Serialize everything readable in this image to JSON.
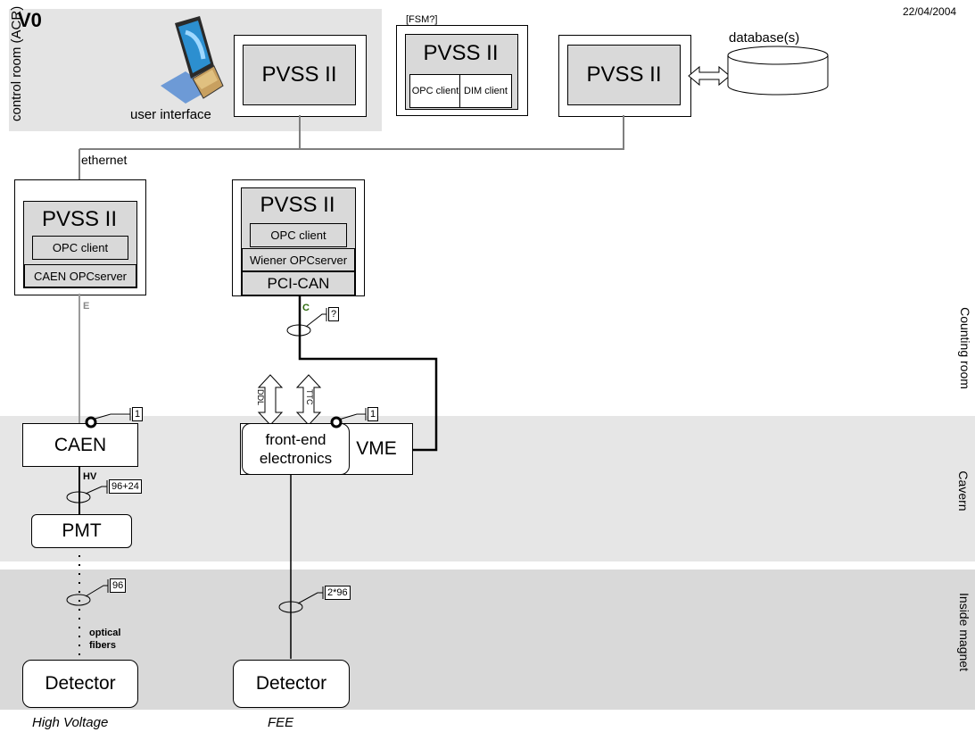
{
  "date": "22/04/2004",
  "title": "V0",
  "fsm_label": "[FSM?]",
  "zones": {
    "control_room": "control room (ACR)",
    "counting_room": "Counting room",
    "cavern": "Cavern",
    "inside_magnet": "Inside magnet"
  },
  "user_interface": "user interface",
  "database": "database(s)",
  "ethernet": "ethernet",
  "pvss": "PVSS II",
  "opc_client": "OPC client",
  "opc_client_split": "OPC client",
  "dim_client": "DIM client",
  "caen_opcserver": "CAEN OPCserver",
  "wiener_opcserver": "Wiener OPCserver",
  "pci_can": "PCI-CAN",
  "link_e": "E",
  "link_c": "C",
  "caen": "CAEN",
  "hv": "HV",
  "pmt": "PMT",
  "frontend": "front-end electronics",
  "vme": "VME",
  "ddl": "DDL",
  "ttc": "TTC",
  "optical_fibers": "optical fibers",
  "detector": "Detector",
  "counts": {
    "c_question": "?",
    "caen_count": "1",
    "vme_count": "1",
    "hv_count": "96+24",
    "fiber_count": "96",
    "fee_count": "2*96"
  },
  "captions": {
    "left": "High Voltage",
    "right": "FEE"
  },
  "colors": {
    "zone_ctrl": "#e4e4e4",
    "zone_cavern": "#e6e6e6",
    "zone_magnet": "#d9d9d9",
    "link_c": "#2e6b0e",
    "link_e": "#888888"
  }
}
